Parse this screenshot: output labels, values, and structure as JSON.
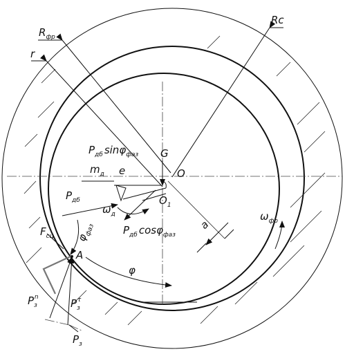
{
  "diagram": {
    "labels": {
      "R": "R",
      "R_sub": "фр",
      "r": "r",
      "Rc": "Rc",
      "G": "G",
      "O": "O",
      "O1": "O",
      "O1_sub": "1",
      "e": "e",
      "m": "m",
      "m_sub": "д",
      "P_sin": "P",
      "P_sin_sub": "дб",
      "sin": "sinφ",
      "sin_sub": "фаз",
      "P_db": "P",
      "P_db_sub": "дб",
      "omega_d": "ω",
      "omega_d_sub": "д",
      "P_cos": "P",
      "P_cos_sub": "дб",
      "cos": "cosφ",
      "cos_sub": "фаз",
      "phi_faz": "φ",
      "phi_faz_sub": "фаз",
      "F": "F",
      "F_sub": "сц",
      "A": "A",
      "phi": "φ",
      "a": "a",
      "omega_fr": "ω",
      "omega_fr_sub": "фр",
      "Pzn": "P",
      "Pzn_sub": "з",
      "Pzn_sup": "n",
      "Pzt": "P",
      "Pzt_sub": "з",
      "Pzt_sup": "τ",
      "Pz": "P",
      "Pz_sub": "з"
    }
  }
}
